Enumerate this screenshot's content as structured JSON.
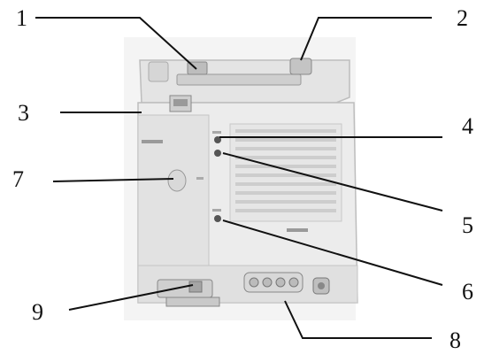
{
  "figure": {
    "callouts": [
      {
        "id": 1,
        "text": "1"
      },
      {
        "id": 2,
        "text": "2"
      },
      {
        "id": 3,
        "text": "3"
      },
      {
        "id": 4,
        "text": "4"
      },
      {
        "id": 5,
        "text": "5"
      },
      {
        "id": 6,
        "text": "6"
      },
      {
        "id": 7,
        "text": "7"
      },
      {
        "id": 8,
        "text": "8"
      },
      {
        "id": 9,
        "text": "9"
      }
    ],
    "colors": {
      "line": "#111111",
      "device_body": "#e9e9e9",
      "device_shadow": "#c8c8c8",
      "led": "#555555"
    }
  }
}
